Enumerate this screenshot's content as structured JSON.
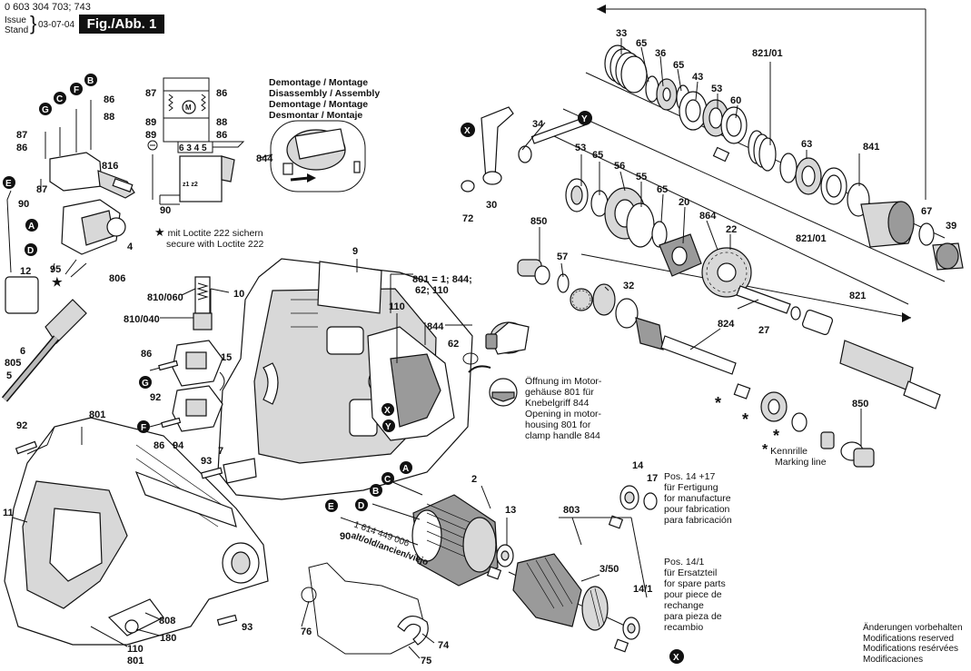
{
  "header": {
    "part_number": "0 603 304 703; 743",
    "issue_label": "Issue",
    "stand_label": "Stand",
    "date": "03-07-04",
    "figure_label": "Fig./Abb. 1"
  },
  "notes": {
    "assembly": [
      "Demontage / Montage",
      "Disassembly / Assembly",
      "Demontage / Montage",
      "Desmontar / Montaje"
    ],
    "loctite": [
      "mit Loctite 222 sichern",
      "secure with Loctite 222"
    ],
    "loctite_symbol": "★",
    "motor_housing": [
      "Öffnung im Motor-",
      "gehäuse 801 für",
      "Knebelgriff 844",
      "Opening in motor-",
      "housing 801 for",
      "clamp handle 844"
    ],
    "marking": [
      "Kennrille",
      "Marking line"
    ],
    "marking_symbol": "*",
    "pos14_17": [
      "Pos. 14 +17",
      "für Fertigung",
      "for manufacture",
      "pour fabrication",
      "para fabricación"
    ],
    "pos14_1": [
      "Pos. 14/1",
      "für Ersatzteil",
      "for spare parts",
      "pour piece de",
      "rechange",
      "para pieza de",
      "recambio"
    ],
    "modifications": [
      "Änderungen vorbehalten",
      "Modifications reserved",
      "Modifications resérvées",
      "Modificaciones"
    ],
    "old_part": [
      "1 614 449 006",
      "alt/old/ancien/viejo"
    ]
  },
  "circuit": {
    "left_labels": [
      "87",
      "89",
      "89"
    ],
    "right_labels": [
      "86",
      "88",
      "86"
    ],
    "terminal_row": "6 3 4 5",
    "bottom_left": "90",
    "sub_labels": "z1 z2",
    "motor_symbol": "M"
  },
  "callouts": {
    "n33": "33",
    "n65a": "65",
    "n36": "36",
    "n65b": "65",
    "n43": "43",
    "n53a": "53",
    "n60": "60",
    "n821_01a": "821/01",
    "n34": "34",
    "n63": "63",
    "n841": "841",
    "n72": "72",
    "n30": "30",
    "n53b": "53",
    "n65c": "65",
    "n56": "56",
    "n55": "55",
    "n65d": "65",
    "n20": "20",
    "n864": "864",
    "n22": "22",
    "n67": "67",
    "n39": "39",
    "n821_01b": "821/01",
    "n850a": "850",
    "n57": "57",
    "n32": "32",
    "n821": "821",
    "n824": "824",
    "n27": "27",
    "n850b": "850",
    "n87a": "87",
    "n86a": "86",
    "n86b": "86",
    "n88": "88",
    "n816": "816",
    "n87b": "87",
    "n90a": "90",
    "n4": "4",
    "n12": "12",
    "n95": "95",
    "n806": "806",
    "n805": "805",
    "n6": "6",
    "n5": "5",
    "n844a": "844",
    "n9": "9",
    "n801_1": "801 = 1; 844;",
    "n801_1b": "62; 110",
    "n110a": "110",
    "n844b": "844",
    "n62": "62",
    "n810_060": "810/060",
    "n810_040": "810/040",
    "n10": "10",
    "n86c": "86",
    "n15": "15",
    "n92a": "92",
    "n86d": "86",
    "n94": "94",
    "n92b": "92",
    "n801a": "801",
    "n11": "11",
    "n93a": "93",
    "n7": "7",
    "n2": "2",
    "n90b": "90",
    "n13": "13",
    "n803": "803",
    "n14a": "14",
    "n17": "17",
    "n3_50": "3/50",
    "n14_1": "14/1",
    "n76": "76",
    "n74": "74",
    "n75": "75",
    "n808": "808",
    "n180": "180",
    "n110b": "110",
    "n801b": "801",
    "n93b": "93"
  },
  "letter_markers": [
    "X",
    "Y",
    "G",
    "C",
    "F",
    "B",
    "E",
    "A",
    "D"
  ],
  "colors": {
    "ink": "#111111",
    "paper": "#ffffff",
    "shade": "#9a9a9a",
    "light": "#d8d8d8"
  }
}
